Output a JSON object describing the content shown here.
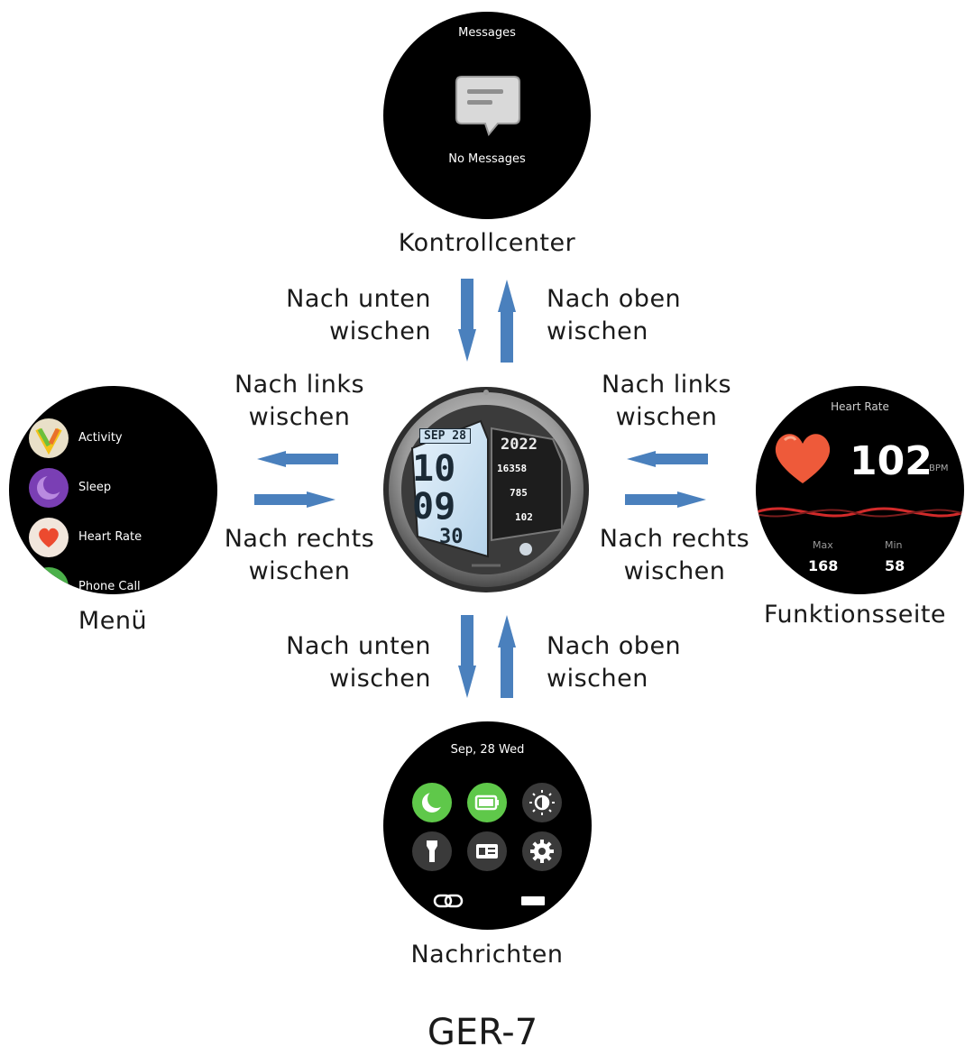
{
  "title": "GER-7",
  "colors": {
    "arrow": "#4a80bd",
    "heart": "#ee5a3a",
    "toggle_green": "#5fc84a"
  },
  "screens": {
    "top": {
      "caption": "Kontrollcenter",
      "header": "Messages",
      "text": "No Messages",
      "icon": "message-bubble-icon"
    },
    "left": {
      "caption": "Menü",
      "items": [
        {
          "label": "Activity",
          "icon": "activity-icon"
        },
        {
          "label": "Sleep",
          "icon": "sleep-icon"
        },
        {
          "label": "Heart Rate",
          "icon": "heart-icon"
        },
        {
          "label": "Phone Call",
          "icon": "phone-icon"
        }
      ]
    },
    "right": {
      "caption": "Funktionsseite",
      "header": "Heart Rate",
      "value": "102",
      "unit": "BPM",
      "max_label": "Max",
      "max_value": "168",
      "min_label": "Min",
      "min_value": "58"
    },
    "bottom": {
      "caption": "Nachrichten",
      "date": "Sep, 28 Wed",
      "icons": [
        "moon-icon",
        "battery-icon",
        "brightness-icon",
        "flashlight-icon",
        "id-card-icon",
        "gear-icon",
        "link-icon",
        "display-icon"
      ]
    },
    "center": {
      "date": "SEP 28",
      "year": "2022",
      "hour": "10",
      "minute": "09",
      "second": "30",
      "steps": "16358",
      "calories": "785",
      "heart": "102"
    }
  },
  "gestures": {
    "up_left": [
      "Nach unten",
      "wischen"
    ],
    "up_right": [
      "Nach oben",
      "wischen"
    ],
    "left_top": [
      "Nach links",
      "wischen"
    ],
    "left_bottom": [
      "Nach rechts",
      "wischen"
    ],
    "right_top": [
      "Nach links",
      "wischen"
    ],
    "right_bottom": [
      "Nach rechts",
      "wischen"
    ],
    "down_left": [
      "Nach unten",
      "wischen"
    ],
    "down_right": [
      "Nach oben",
      "wischen"
    ]
  }
}
